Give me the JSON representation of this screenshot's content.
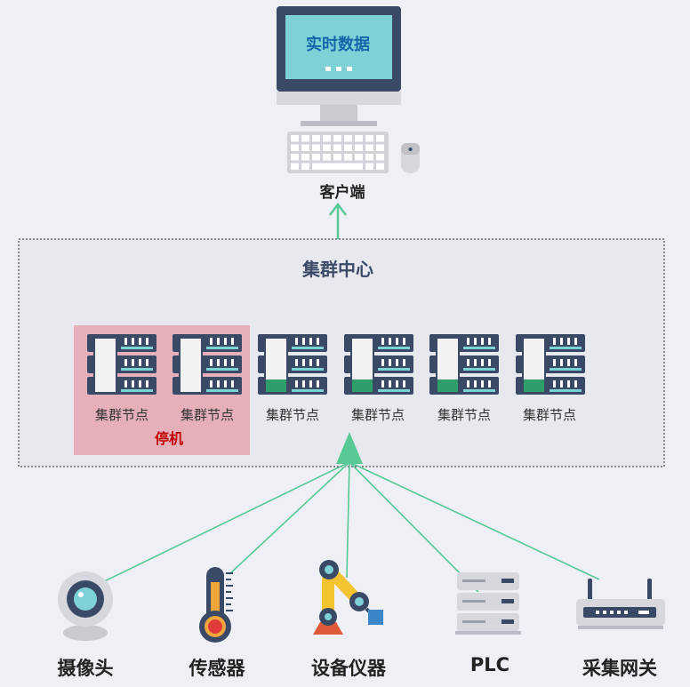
{
  "client": {
    "screen_title": "实时数据",
    "label": "客户端"
  },
  "cluster": {
    "title": "集群中心",
    "nodes": [
      {
        "label": "集群节点",
        "state": "stopped"
      },
      {
        "label": "集群节点",
        "state": "stopped"
      },
      {
        "label": "集群节点",
        "state": "running"
      },
      {
        "label": "集群节点",
        "state": "running"
      },
      {
        "label": "集群节点",
        "state": "running"
      },
      {
        "label": "集群节点",
        "state": "running"
      }
    ],
    "stopped_label": "停机"
  },
  "devices": [
    {
      "label": "摄像头",
      "icon": "camera-icon"
    },
    {
      "label": "传感器",
      "icon": "thermometer-icon"
    },
    {
      "label": "设备仪器",
      "icon": "robot-arm-icon"
    },
    {
      "label": "PLC",
      "icon": "server-rack-icon"
    },
    {
      "label": "采集网关",
      "icon": "router-icon"
    }
  ],
  "colors": {
    "arrow": "#58c896",
    "stopped_bg": "#e6b0bb",
    "stopped_text": "#c00000",
    "cluster_bg": "#e8e9ee",
    "node_frame": "#3a4a66",
    "node_fill_running": "#2e9e6c",
    "screen": "#7fd1d8"
  }
}
